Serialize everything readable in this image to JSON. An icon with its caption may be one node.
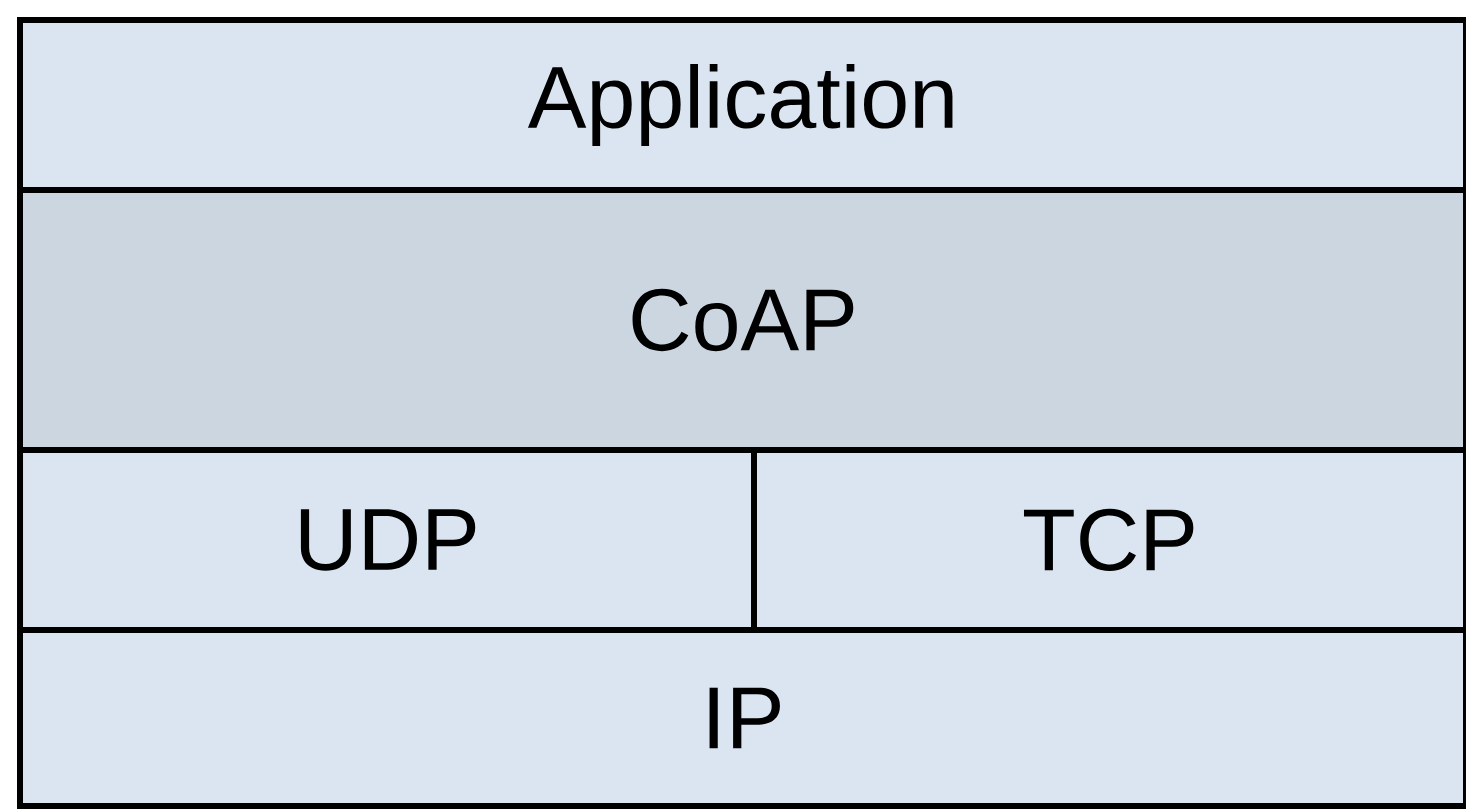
{
  "diagram": {
    "nodes": [
      {
        "text": [
          "Application"
        ]
      },
      {
        "text": [
          "CoAP"
        ]
      },
      {
        "text": [
          "UDP"
        ]
      },
      {
        "text": [
          "TCP"
        ]
      },
      {
        "text": [
          "IP"
        ]
      }
    ]
  }
}
